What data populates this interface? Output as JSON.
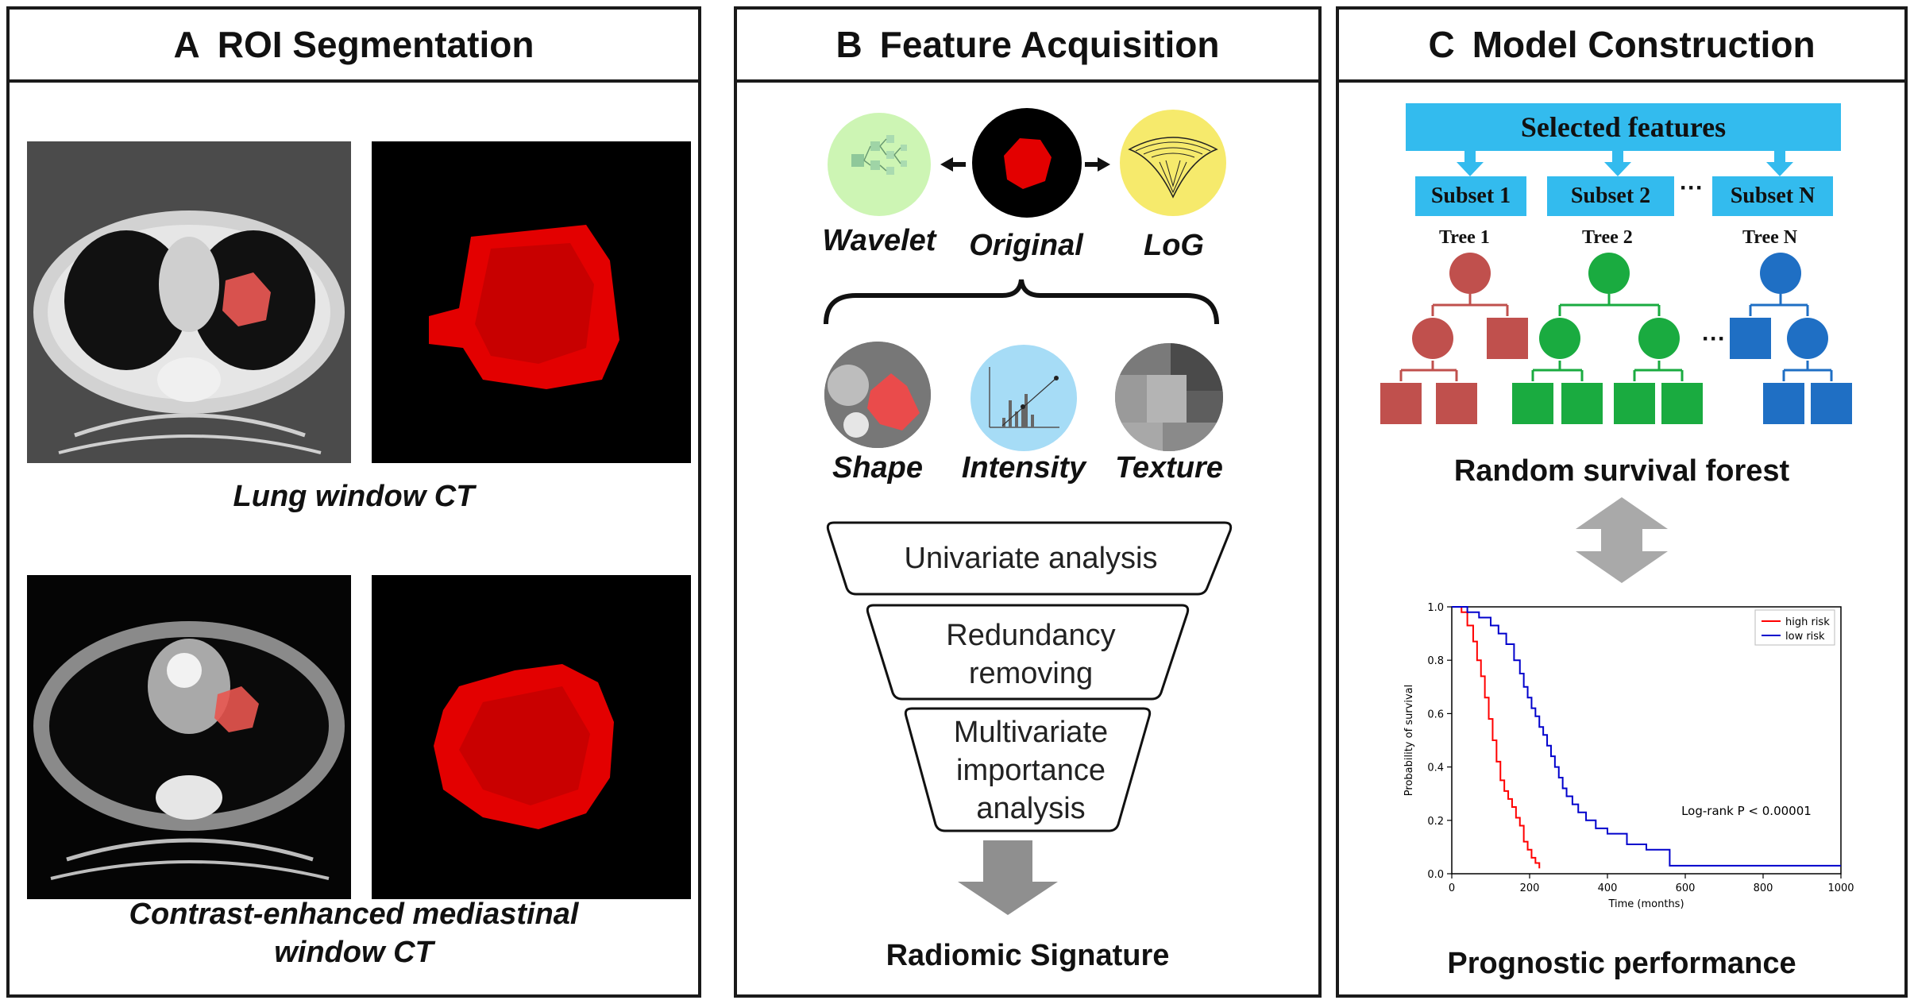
{
  "panels": {
    "a": {
      "letter": "A",
      "title": "ROI Segmentation",
      "caption_lung": "Lung window CT",
      "caption_med_line1": "Contrast-enhanced mediastinal",
      "caption_med_line2": "window CT"
    },
    "b": {
      "letter": "B",
      "title": "Feature Acquisition",
      "filters": [
        "Wavelet",
        "Original",
        "LoG"
      ],
      "features": [
        "Shape",
        "Intensity",
        "Texture"
      ],
      "steps": {
        "univariate": "Univariate analysis",
        "redundancy_1": "Redundancy",
        "redundancy_2": "removing",
        "multi_1": "Multivariate",
        "multi_2": "importance",
        "multi_3": "analysis"
      },
      "result": "Radiomic Signature"
    },
    "c": {
      "letter": "C",
      "title": "Model Construction",
      "selected": "Selected features",
      "subsets": [
        "Subset 1",
        "Subset 2",
        "Subset N"
      ],
      "subset_ellipsis": "···",
      "trees": [
        "Tree 1",
        "Tree 2",
        "Tree N"
      ],
      "tree_ellipsis": "···",
      "rsf_label": "Random survival forest",
      "perf_label": "Prognostic performance"
    }
  },
  "colors": {
    "tree1": "#c0504d",
    "tree2": "#1aab40",
    "treeN": "#1f6fc4",
    "accent": "#33bbee",
    "roi": "#ff0000"
  },
  "chart_data": {
    "type": "line",
    "xlabel": "Time (months)",
    "ylabel": "Probability of survival",
    "xlim": [
      0,
      1000
    ],
    "ylim": [
      0.0,
      1.0
    ],
    "xticks": [
      "0",
      "200",
      "400",
      "600",
      "800",
      "1000"
    ],
    "yticks": [
      "0.0",
      "0.2",
      "0.4",
      "0.6",
      "0.8",
      "1.0"
    ],
    "annotation": "Log-rank P < 0.00001",
    "legend_position": "top-right",
    "series": [
      {
        "name": "high risk",
        "color": "#ff0000",
        "steps": [
          [
            0,
            1.0
          ],
          [
            25,
            0.98
          ],
          [
            40,
            0.93
          ],
          [
            55,
            0.87
          ],
          [
            65,
            0.8
          ],
          [
            75,
            0.74
          ],
          [
            85,
            0.66
          ],
          [
            95,
            0.58
          ],
          [
            105,
            0.5
          ],
          [
            115,
            0.42
          ],
          [
            125,
            0.35
          ],
          [
            135,
            0.31
          ],
          [
            145,
            0.28
          ],
          [
            155,
            0.25
          ],
          [
            165,
            0.21
          ],
          [
            175,
            0.18
          ],
          [
            185,
            0.12
          ],
          [
            195,
            0.09
          ],
          [
            205,
            0.06
          ],
          [
            215,
            0.04
          ],
          [
            225,
            0.02
          ]
        ]
      },
      {
        "name": "low risk",
        "color": "#0000cc",
        "steps": [
          [
            0,
            1.0
          ],
          [
            40,
            0.98
          ],
          [
            70,
            0.96
          ],
          [
            100,
            0.93
          ],
          [
            120,
            0.9
          ],
          [
            140,
            0.86
          ],
          [
            160,
            0.8
          ],
          [
            175,
            0.75
          ],
          [
            185,
            0.7
          ],
          [
            195,
            0.66
          ],
          [
            205,
            0.62
          ],
          [
            215,
            0.59
          ],
          [
            225,
            0.55
          ],
          [
            235,
            0.52
          ],
          [
            245,
            0.48
          ],
          [
            255,
            0.44
          ],
          [
            265,
            0.4
          ],
          [
            275,
            0.36
          ],
          [
            285,
            0.32
          ],
          [
            295,
            0.29
          ],
          [
            310,
            0.26
          ],
          [
            325,
            0.23
          ],
          [
            345,
            0.2
          ],
          [
            370,
            0.17
          ],
          [
            400,
            0.15
          ],
          [
            450,
            0.11
          ],
          [
            500,
            0.09
          ],
          [
            560,
            0.03
          ],
          [
            1000,
            0.03
          ]
        ]
      }
    ]
  }
}
